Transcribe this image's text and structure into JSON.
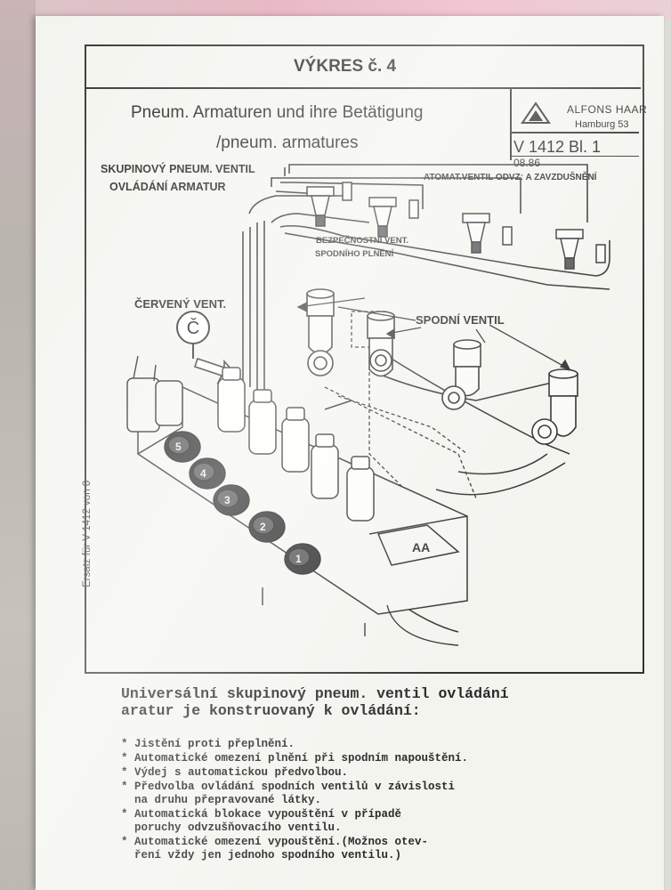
{
  "document": {
    "title": "VÝKRES č. 4",
    "title_de": "Pneum. Armaturen und ihre Betätigung",
    "title_en": "/pneum. armatures",
    "company": "ALFONS HAAR",
    "city": "Hamburg 53",
    "drawing_number": "V 1412 Bl. 1",
    "date": "08.86",
    "side_note": "Ersatz für V 1412 von 0"
  },
  "diagram_labels": {
    "group_valve_1": "SKUPINOVÝ PNEUM. VENTIL",
    "group_valve_2": "OVLÁDÁNÍ ARMATUR",
    "auto_valve": "ATOMAT.VENTIL  ODVZ: A ZAVZDUŠNĚNÍ",
    "safety_valve_1": "BEZPEČNOSTNÍ VENT.",
    "safety_valve_2": "SPODNÍHO PLNĚNÍ",
    "red_valve": "ČERVENÝ VENT.",
    "red_valve_symbol": "Č",
    "bottom_valve": "SPODNÍ VENTIL",
    "knob_numbers": [
      "1",
      "2",
      "3",
      "4",
      "5"
    ]
  },
  "description": {
    "intro_1": "Universální skupinový pneum. ventil ovládání",
    "intro_2": "aratur je konstruovaný k ovládání:",
    "bullets": [
      "* Jistění proti přeplnění.",
      "* Automatické omezení plnění při spodním napouštění.",
      "* Výdej s automatickou předvolbou.",
      "* Předvolba ovládání spodních ventilů v závislosti",
      "  na druhu přepravované látky.",
      "* Automatická blokace vypouštění v případě",
      "  poruchy odvzušňovacího ventilu.",
      "* Automatické omezení vypouštění.(Možnos otev-",
      "  ření vždy jen jednoho spodního ventilu.)"
    ]
  },
  "colors": {
    "ink": "#2a2a2a",
    "paper": "#f4f4ef",
    "accent_pink": "#f2c7d2"
  }
}
